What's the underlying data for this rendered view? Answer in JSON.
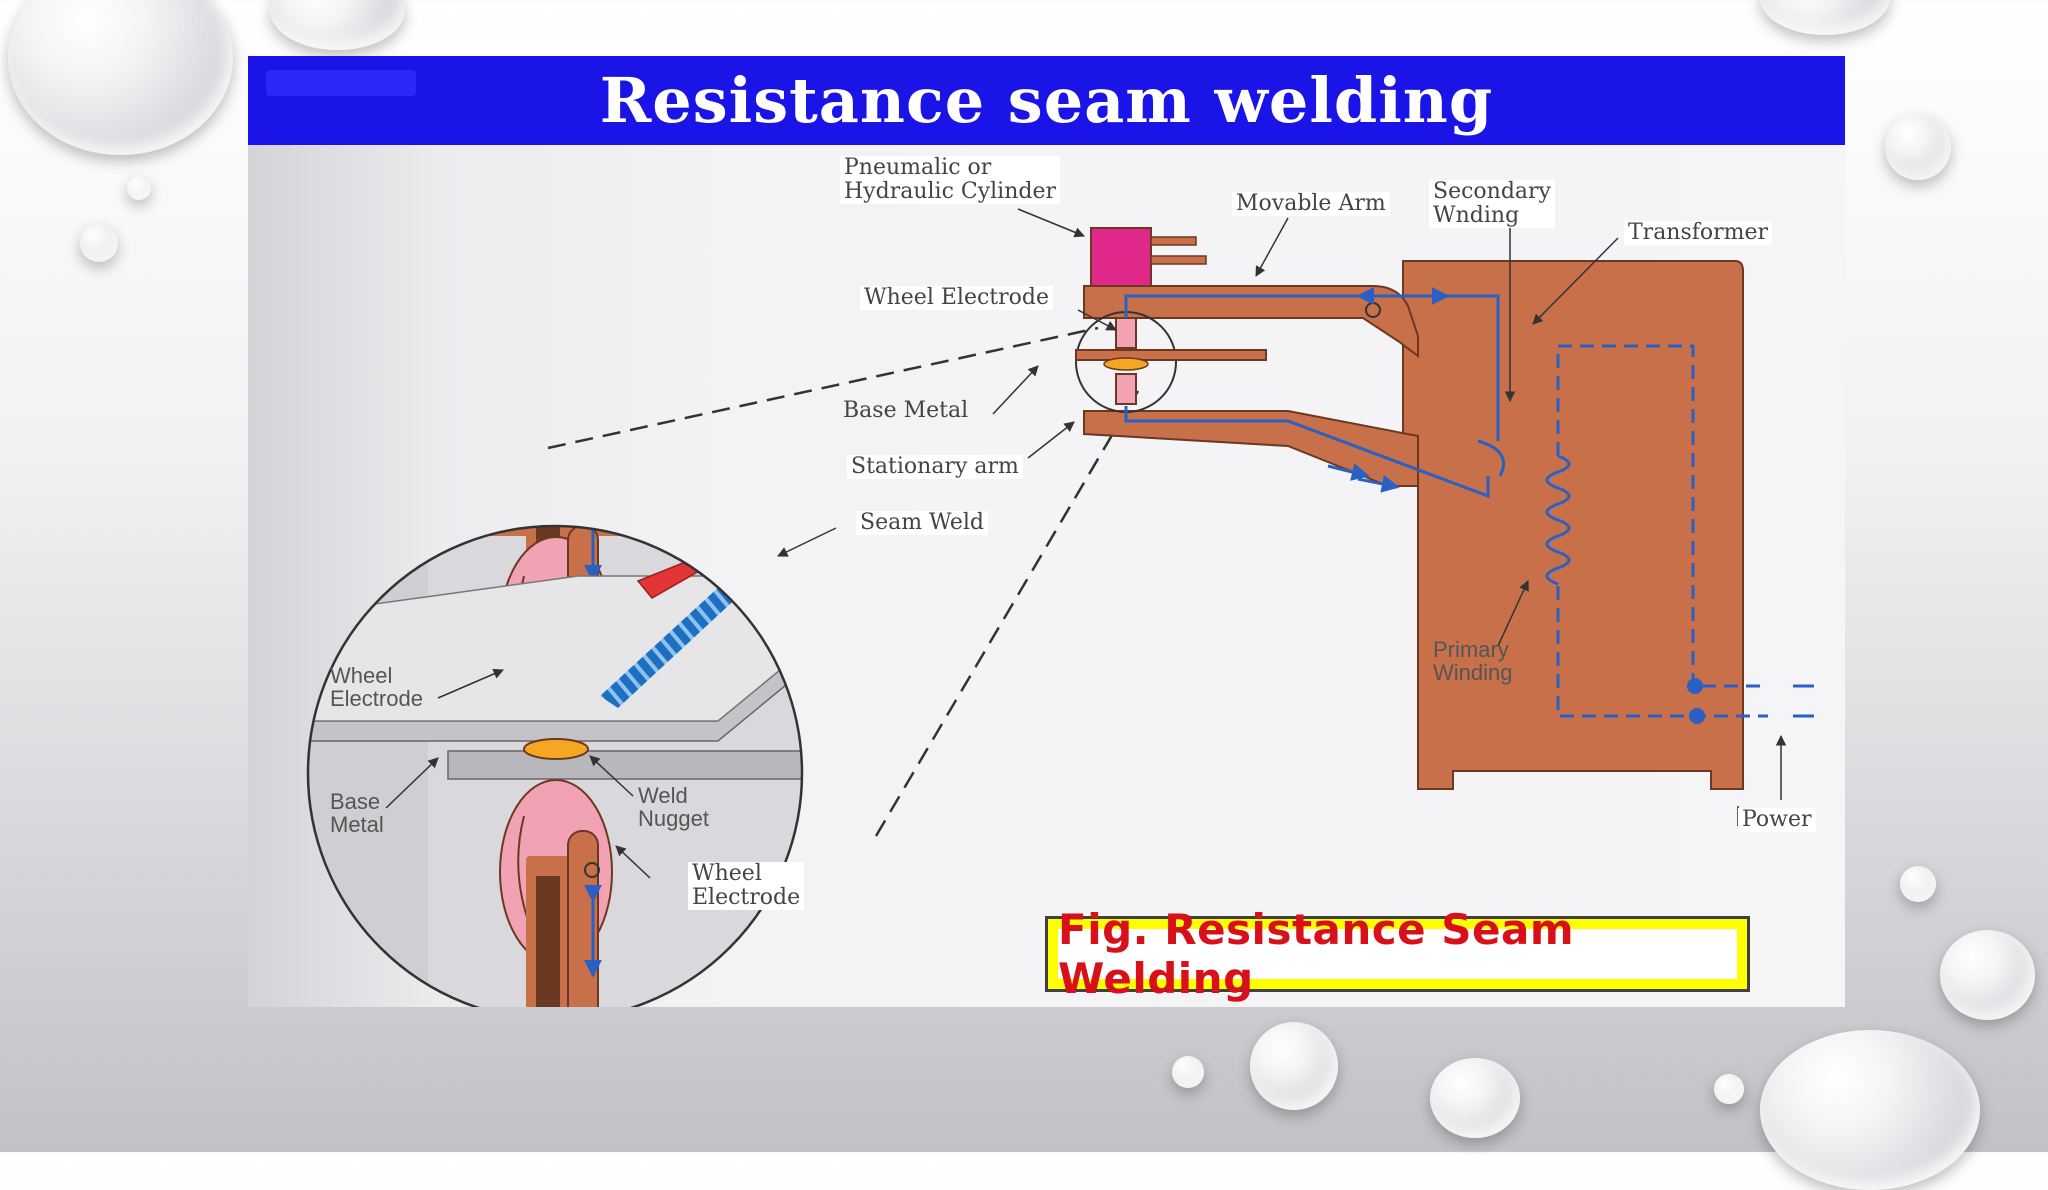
{
  "title": "Resistance seam welding",
  "caption": "Fig. Resistance Seam Welding",
  "labels": {
    "pneumatic_cylinder": "Pneumalic or\nHydraulic Cylinder",
    "movable_arm": "Movable Arm",
    "secondary_winding": "Secondary\nWnding",
    "transformer": "Transformer",
    "wheel_electrode_top": "Wheel Electrode",
    "base_metal_top": "Base Metal",
    "stationary_arm": "Stationary arm",
    "seam_weld": "Seam Weld",
    "primary_winding": "Primary\nWinding",
    "power": "Power",
    "wheel_electrode_left": "Wheel\nElectrode",
    "base_metal_left": "Base\nMetal",
    "weld_nugget": "Weld\nNugget",
    "wheel_electrode_bottom": "Wheel\nElectrode"
  },
  "colors": {
    "title_bar": "#1a14e6",
    "machine_body": "#c8704a",
    "cylinder": "#e0288a",
    "wheel": "#f2a3b3",
    "current_path": "#2a5fc4",
    "seam_weld": "#1d6fc1",
    "caption_border": "#ffff00",
    "caption_text": "#d8101a"
  }
}
